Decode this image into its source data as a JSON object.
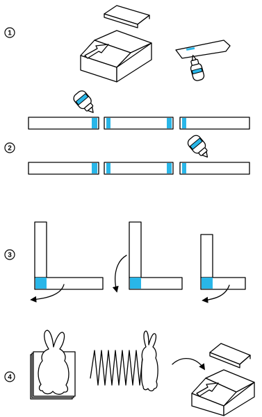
{
  "steps": [
    {
      "number": "1",
      "parts": [
        "gift-box-open-with-arrow",
        "glue-bottle-applying-to-strip"
      ]
    },
    {
      "number": "2",
      "parts": [
        "glue-bottle",
        "paper-strips-row-a",
        "glue-bottle",
        "paper-strips-row-b"
      ]
    },
    {
      "number": "3",
      "parts": [
        "strip-fold-l-1",
        "strip-fold-l-2",
        "strip-fold-l-3"
      ]
    },
    {
      "number": "4",
      "parts": [
        "bunny-cutout-on-stack",
        "accordion-spring-with-bunny",
        "curved-arrow",
        "gift-box-open-with-arrow"
      ]
    }
  ],
  "colors": {
    "accent": "#29b6e8",
    "ink": "#000000",
    "paper": "#ffffff"
  }
}
